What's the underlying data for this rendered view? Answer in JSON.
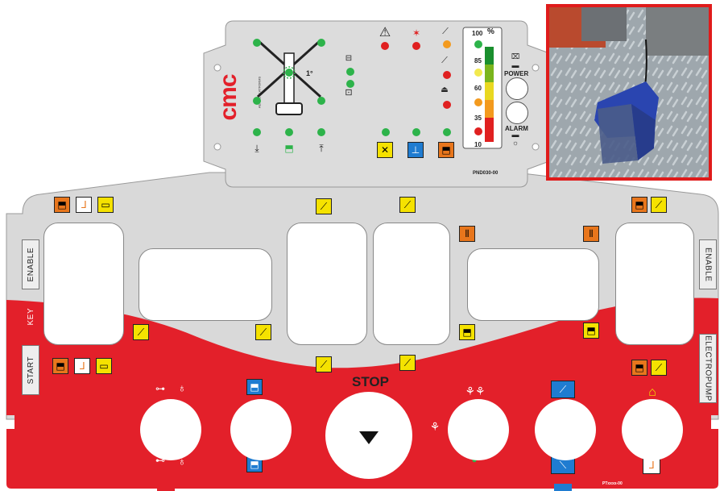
{
  "display_panel": {
    "brand": "cmc",
    "brand_tagline": "AERIAL PLATFORMS",
    "tilt_angle": "1°",
    "percent_sign": "%",
    "scale": [
      "100",
      "85",
      "60",
      "35",
      "10"
    ],
    "power_label": "POWER",
    "alarm_label": "ALARM",
    "part_code": "PND030-00"
  },
  "lower_panel": {
    "stop_label": "STOP",
    "left_tabs": {
      "enable": "ENABLE",
      "key": "KEY",
      "start": "START"
    },
    "right_tabs": {
      "enable": "ENABLE",
      "electropump": "ELECTROPUMP"
    },
    "footer_code": "PTxxxx-00"
  },
  "colors": {
    "panel_red": "#e3202a",
    "panel_grey": "#d9d9d9",
    "photo_border": "#e01b1b",
    "icon_yellow": "#f5e200",
    "icon_orange": "#e8761c",
    "icon_blue": "#1f7cd1"
  }
}
